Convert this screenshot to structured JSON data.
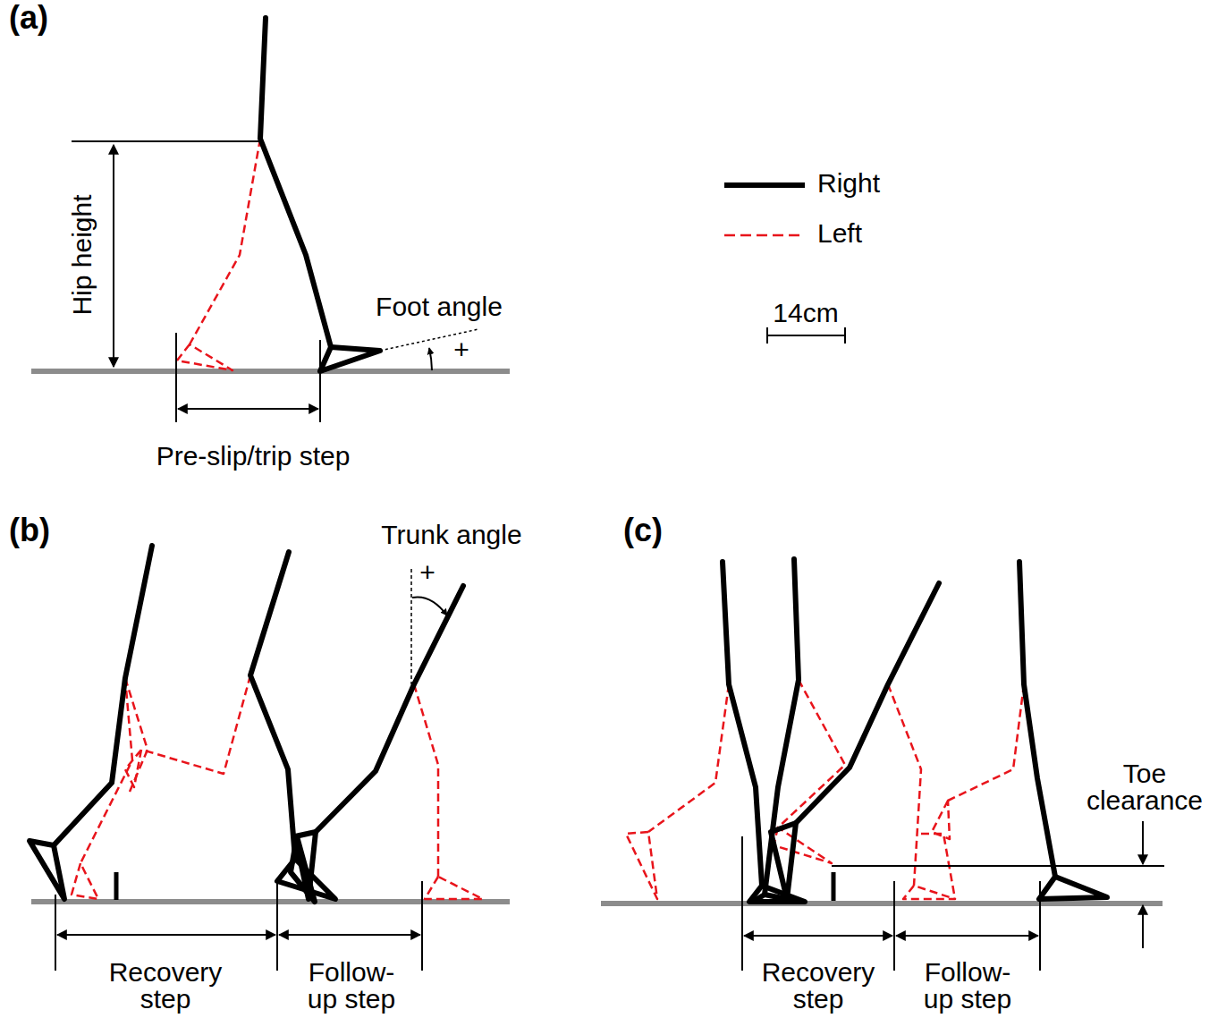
{
  "diagram": {
    "labels": [
      "(a)",
      "Hip height",
      "Foot angle",
      "+",
      "Pre-slip/trip step",
      "14cm",
      "(b)",
      "Trunk angle",
      "+",
      "Recovery step",
      "Follow- up step",
      "(c)",
      "Toe clearance",
      "Recovery step",
      "Follow- up step"
    ],
    "legend": [
      {
        "text": "Right"
      },
      {
        "text": "Left"
      }
    ]
  }
}
